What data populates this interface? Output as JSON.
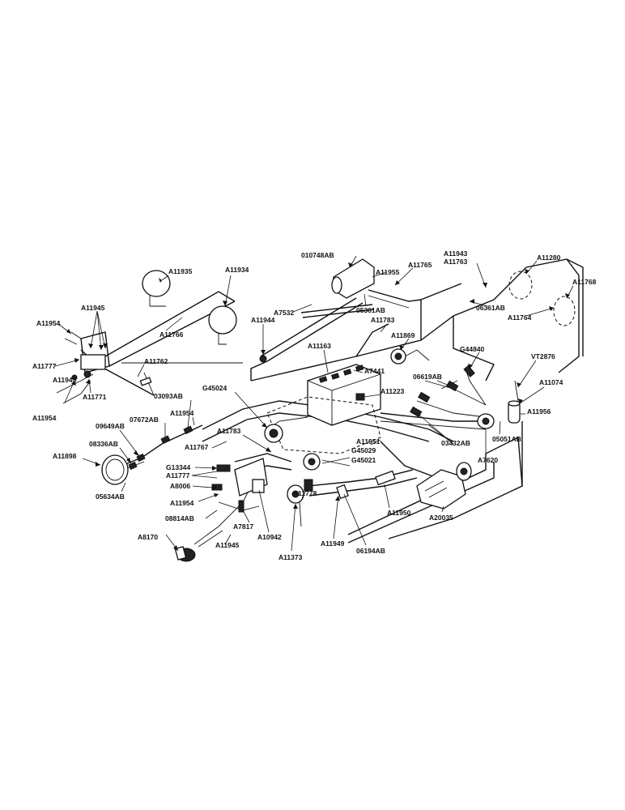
{
  "labels": {
    "a11935": "A11935",
    "a11934": "A11934",
    "a11945_top": "A11945",
    "a11954_left": "A11954",
    "a11766": "A11766",
    "a11777_left": "A11777",
    "a11762": "A11762",
    "a11945_left": "A11945",
    "a11771": "A11771",
    "a11954_low": "A11954",
    "a11944": "A11944",
    "a7532": "A7532",
    "p010748ab": "010748AB",
    "a11955": "A11955",
    "a11765": "A11765",
    "p05361ab_a": "05361AB",
    "a11783_top": "A11783",
    "a11943": "A11943",
    "a11763": "A11763",
    "a11280": "A11280",
    "a11768": "A11768",
    "p06361ab_b": "06361AB",
    "a11764": "A11764",
    "a11869": "A11869",
    "a11163": "A11163",
    "a7441": "A7441",
    "g44840": "G44840",
    "vt2876": "VT2876",
    "p06619ab": "06619AB",
    "a11074": "A11074",
    "a11223": "A11223",
    "a11956": "A11956",
    "g45024": "G45024",
    "p03093ab": "03093AB",
    "p07672ab": "07672AB",
    "a11954_mid": "A11954",
    "p09649ab": "09649AB",
    "p08336ab": "08336AB",
    "a11898": "A11898",
    "a11767": "A11767",
    "a11783_mid": "A11783",
    "g45029": "G45029",
    "g45021": "G45021",
    "p03432ab": "03432AB",
    "p05051ab": "05051AB",
    "a7620": "A7620",
    "a11951": "A11951",
    "g13344": "G13344",
    "a11777_mid": "A11777",
    "a8006": "A8006",
    "p05634ab": "05634AB",
    "a11778": "A11778",
    "a11954_bot": "A11954",
    "p08814ab": "08814AB",
    "a7817": "A7817",
    "a10942": "A10942",
    "a11950": "A11950",
    "a20035": "A20035",
    "a8170": "A8170",
    "a11945_bot": "A11945",
    "a11373": "A11373",
    "a11949": "A11949",
    "p06194ab": "06194AB"
  }
}
